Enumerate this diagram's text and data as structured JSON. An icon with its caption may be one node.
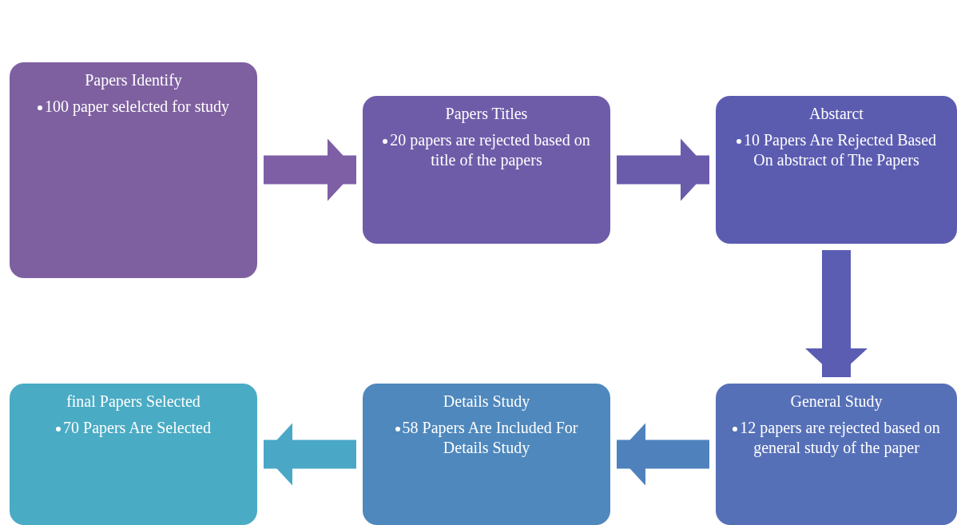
{
  "diagram": {
    "nodes": [
      {
        "text": [
          "Papers Identify",
          "100 paper selelcted for study"
        ]
      },
      {
        "text": [
          "Papers Titles",
          "20 papers are rejected based on title of the papers"
        ]
      },
      {
        "text": [
          "Abstarct",
          "10 Papers Are Rejected Based On abstract of The Papers"
        ]
      },
      {
        "text": [
          "General Study",
          "12 papers are rejected based on general study of the paper"
        ]
      },
      {
        "text": [
          "Details Study",
          "58 Papers Are Included For Details Study"
        ]
      },
      {
        "text": [
          "final Papers Selected",
          "70 Papers Are Selected"
        ]
      }
    ],
    "edges": [
      {
        "from": 0,
        "to": 1,
        "arrow": "to",
        "color": "#7e5fa5"
      },
      {
        "from": 1,
        "to": 2,
        "arrow": "to",
        "color": "#6b5bab"
      },
      {
        "from": 2,
        "to": 3,
        "arrow": "to",
        "color": "#5a5db2"
      },
      {
        "from": 3,
        "to": 4,
        "arrow": "to",
        "color": "#4f82bd"
      },
      {
        "from": 4,
        "to": 5,
        "arrow": "to",
        "color": "#4aa8c6"
      }
    ]
  }
}
